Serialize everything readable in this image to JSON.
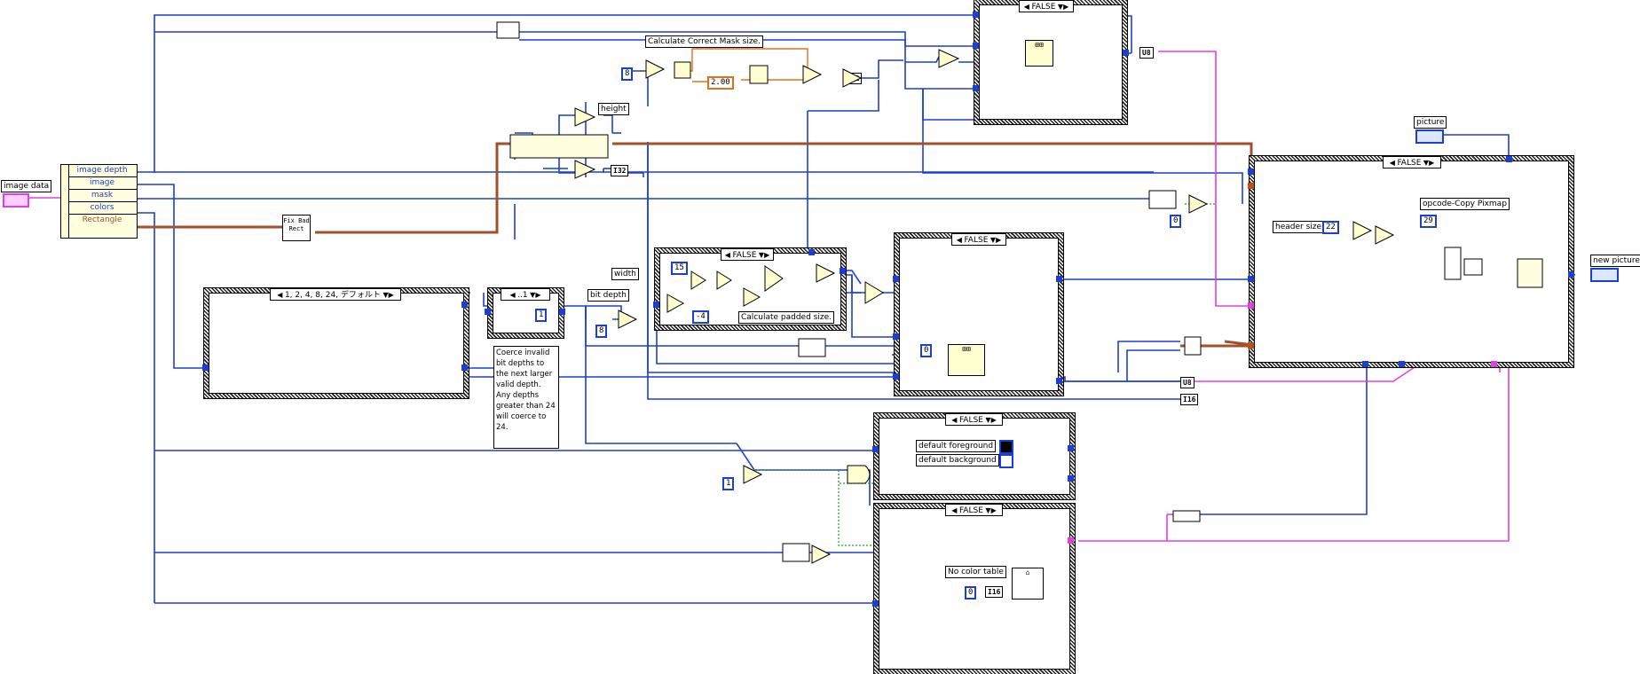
{
  "diagram": {
    "inputs": {
      "image_data": "image data",
      "picture": "picture"
    },
    "outputs": {
      "new_picture": "new picture"
    },
    "unbundle_fields": [
      "image depth",
      "image",
      "mask",
      "colors",
      "Rectangle"
    ],
    "fix_bad_rect": "Fix Bad Rect",
    "labels": {
      "height": "height",
      "width": "width",
      "bit_depth": "bit depth",
      "header_size": "header size",
      "opcode": "opcode-Copy Pixmap",
      "default_foreground": "default foreground",
      "default_background": "default background",
      "no_color_table": "No color table"
    },
    "comments": {
      "mask_size": "Calculate Correct Mask size.",
      "padded_size": "Calculate padded size.",
      "coerce": "Coerce invalid bit depths to the next larger valid depth. Any depths greater than 24 will coerce to 24."
    },
    "case_selectors": {
      "top": "FALSE",
      "right": "FALSE",
      "padded": "FALSE",
      "mid": "FALSE",
      "default_colors": "FALSE",
      "color_table": "FALSE",
      "depth_case": "1, 2, 4, 8, 24, デフォルト",
      "range_case": "..1"
    },
    "constants": {
      "c8": "8",
      "c2": "2.00",
      "c15": "15",
      "cneg4": "-4",
      "c1a": "1",
      "c8b": "8",
      "c0a": "0",
      "c0b": "0",
      "c1b": "1",
      "c22": "22",
      "c29": "29",
      "c0c": "0"
    },
    "type_tags": {
      "i32a": "I32",
      "i32b": "I32",
      "u8a": "U8",
      "u8b": "U8",
      "i16a": "I16",
      "i16b": "I16"
    },
    "colors": {
      "int_wire": "#1b3fd6",
      "cluster_wire": "#a0522d",
      "string_wire": "#e040e0",
      "float_wire": "#e0701e",
      "bool_wire": "#2a9a2a"
    }
  }
}
